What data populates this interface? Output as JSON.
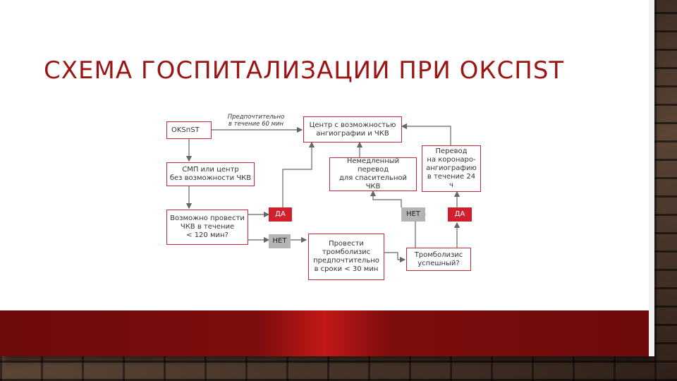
{
  "slide": {
    "title": "СХЕМА ГОСПИТАЛИЗАЦИИ ПРИ ОКСПST"
  },
  "flowchart": {
    "nodes": {
      "okspst": "OKSпST",
      "smp": "СМП или центр\nбез возможности ЧКВ",
      "possible_pci": "Возможно провести\nЧКВ в течение\n< 120 мин?",
      "center": "Центр с возможностью\nангиографии и ЧКВ",
      "immediate_transfer": "Немедленный\nперевод\nдля спасительной ЧКВ",
      "transfer_angio": "Перевод\nна коронаро-\nангиографию\nв течение 24 ч",
      "thrombolysis": "Провести\nтромболизис\nпредпочтительно\nв сроки < 30 мин",
      "thrombolysis_success": "Тромболизис\nуспешный?"
    },
    "labels": {
      "yes_1": "ДА",
      "no_1": "НЕТ",
      "no_2": "НЕТ",
      "yes_2": "ДА"
    },
    "note": "Предпочтительно\nв течение 60 мин"
  },
  "colors": {
    "title": "#9c1515",
    "box_border": "#c8283a",
    "yes_tag": "#d0202e",
    "no_tag": "#b4b4b4",
    "band": "#7e0d0d"
  }
}
